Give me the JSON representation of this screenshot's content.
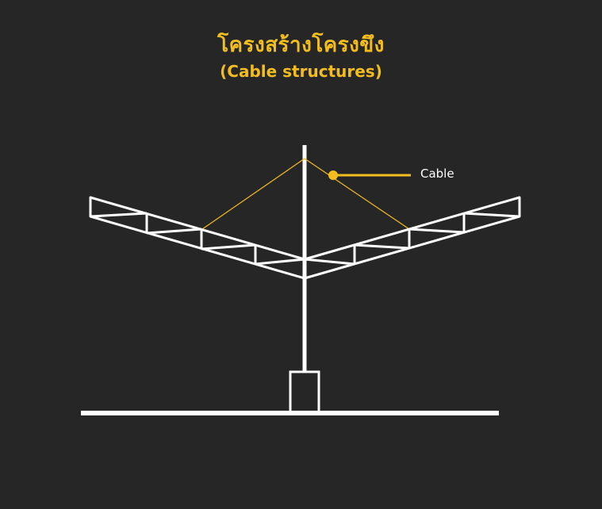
{
  "title": {
    "thai": "โครงสร้างโครงขึง",
    "english": "(Cable structures)"
  },
  "callout": {
    "label": "Cable"
  },
  "colors": {
    "background": "#262626",
    "accent": "#f2bd1d",
    "structure": "#ffffff"
  }
}
